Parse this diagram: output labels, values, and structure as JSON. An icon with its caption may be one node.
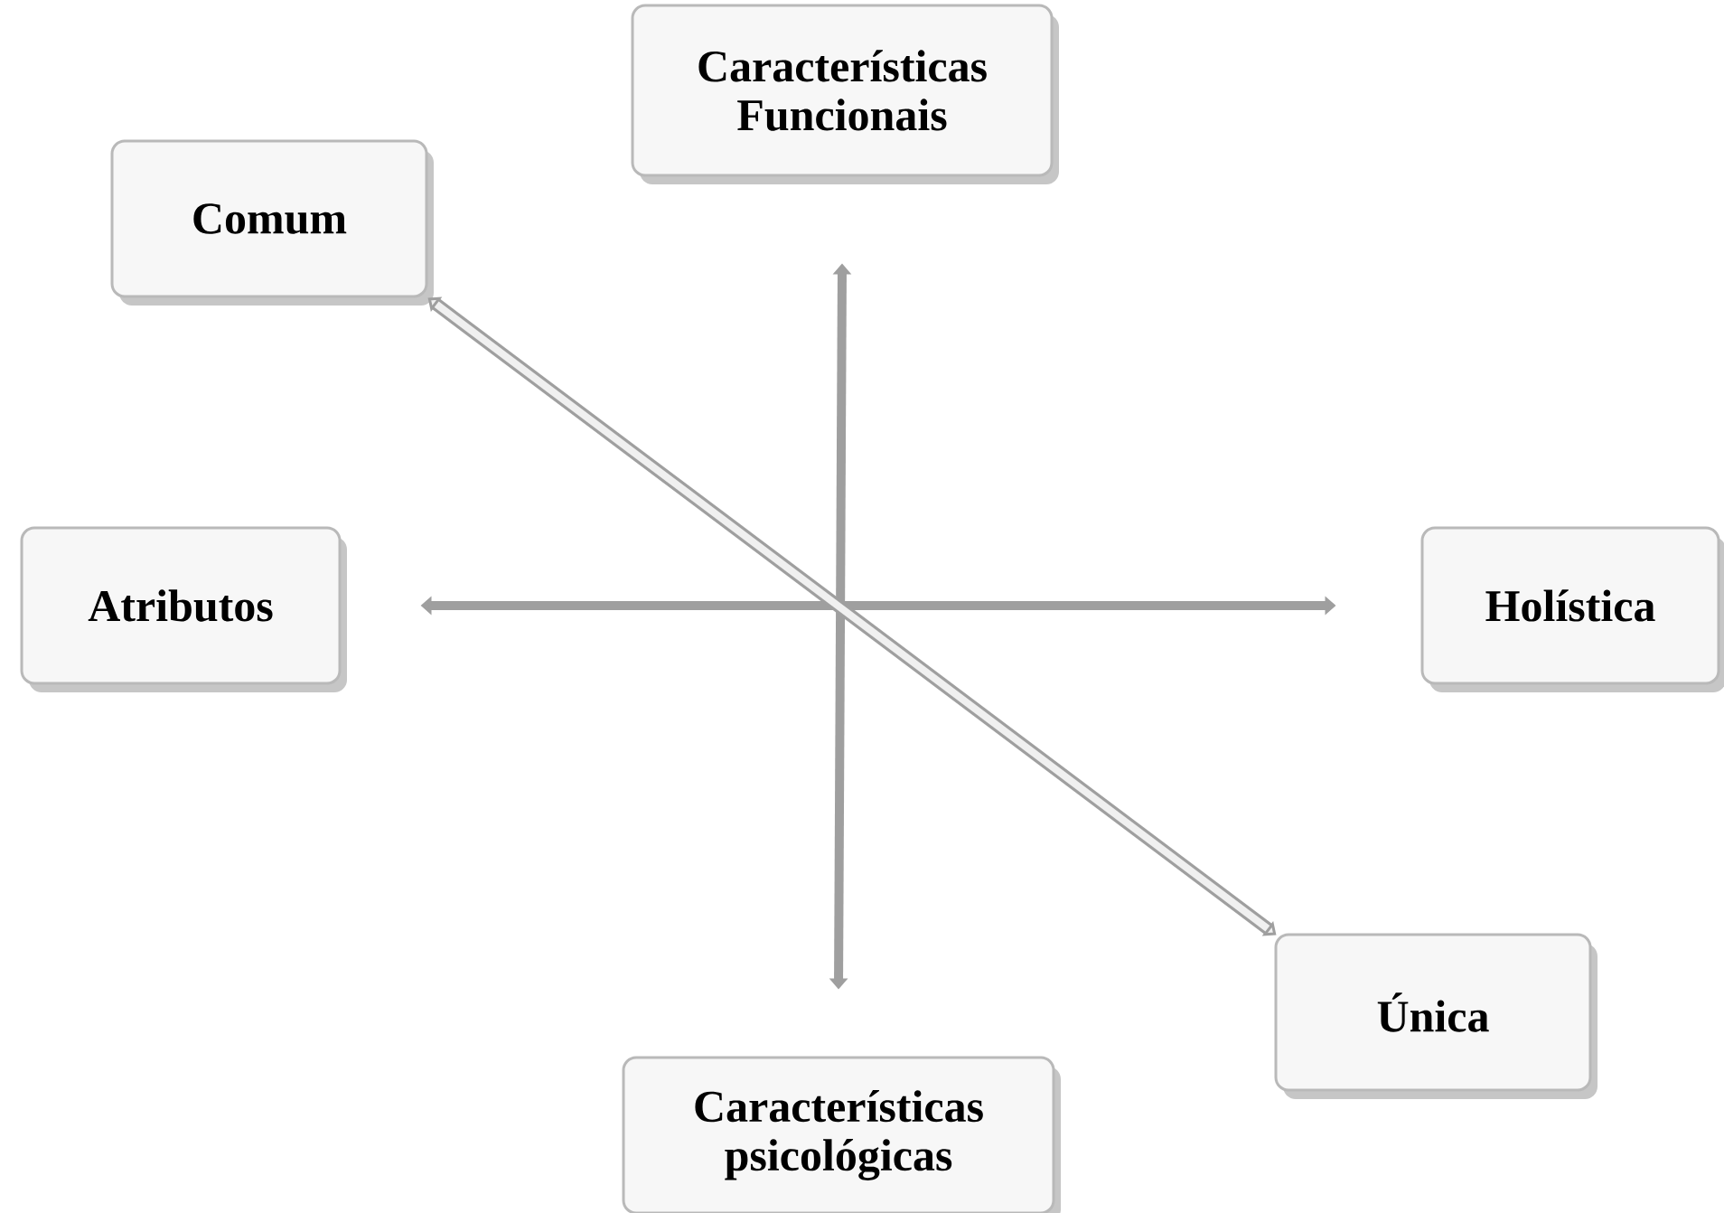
{
  "diagram": {
    "nodes": [
      {
        "text": [
          "Características Funcionais"
        ]
      },
      {
        "text": [
          "Comum"
        ]
      },
      {
        "text": [
          "Atributos"
        ]
      },
      {
        "text": [
          "Holística"
        ]
      },
      {
        "text": [
          "Única"
        ]
      },
      {
        "text": [
          "Características psicológicas"
        ]
      }
    ],
    "edges": [
      {
        "from": 2,
        "to": 3,
        "arrow": "both"
      },
      {
        "from": 0,
        "to": 5,
        "arrow": "both"
      },
      {
        "from": 1,
        "to": 4,
        "arrow": "both"
      }
    ]
  }
}
